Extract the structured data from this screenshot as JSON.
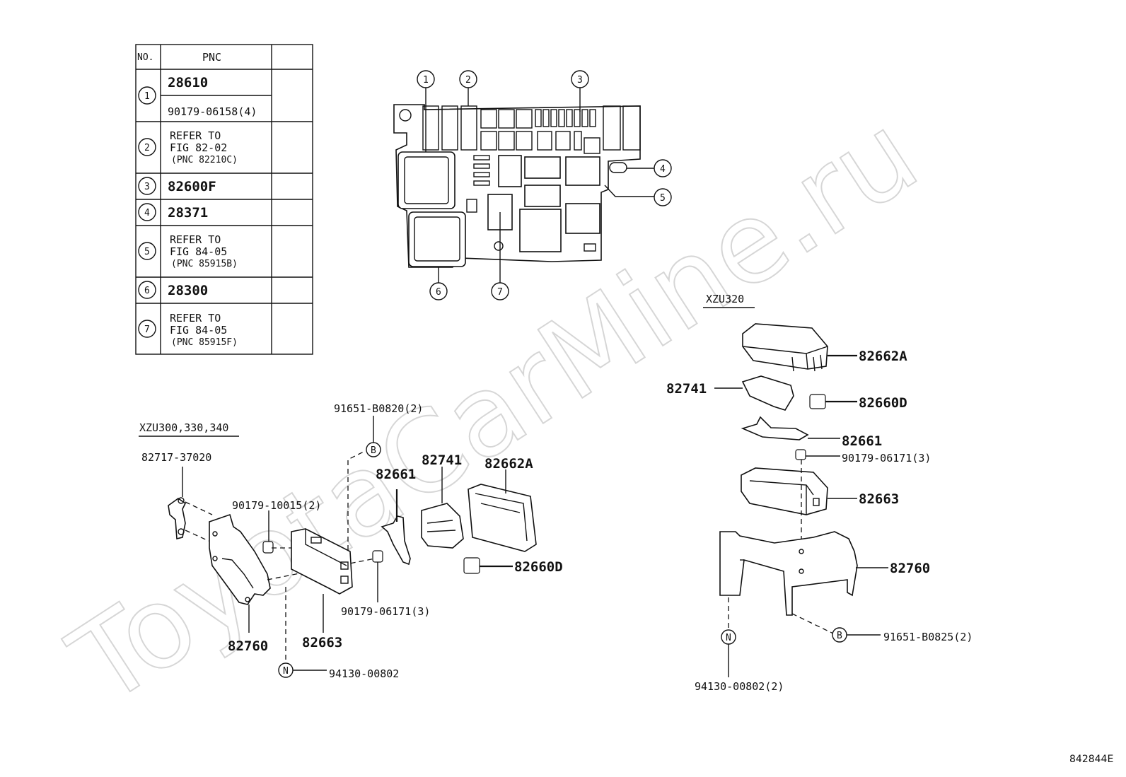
{
  "watermark": "ToyotaCarMine.ru",
  "figure_code": "842844E",
  "parts_table": {
    "headers": [
      "NO.",
      "PNC"
    ],
    "rows": [
      {
        "no": "1",
        "lines": [
          "28610",
          "90179-06158(4)"
        ]
      },
      {
        "no": "2",
        "lines": [
          "REFER TO",
          "FIG 82-02",
          "(PNC 82210C)"
        ]
      },
      {
        "no": "3",
        "lines": [
          "82600F"
        ]
      },
      {
        "no": "4",
        "lines": [
          "28371"
        ]
      },
      {
        "no": "5",
        "lines": [
          "REFER TO",
          "FIG 84-05",
          "(PNC 85915B)"
        ]
      },
      {
        "no": "6",
        "lines": [
          "28300"
        ]
      },
      {
        "no": "7",
        "lines": [
          "REFER TO",
          "FIG 84-05",
          "(PNC 85915F)"
        ]
      }
    ]
  },
  "junction_block": {
    "callouts": [
      "1",
      "2",
      "3",
      "4",
      "5",
      "6",
      "7"
    ]
  },
  "left_assembly": {
    "model": "XZU300,330,340",
    "labels": {
      "p82717": "82717-37020",
      "p90179_10015": "90179-10015(2)",
      "p91651_b0820": "91651-B0820(2)",
      "p82661": "82661",
      "p82741": "82741",
      "p82662a": "82662A",
      "p82660d": "82660D",
      "p90179_06171": "90179-06171(3)",
      "p82760": "82760",
      "p82663": "82663",
      "p94130": "94130-00802"
    },
    "markers": {
      "b": "B",
      "n": "N"
    }
  },
  "right_assembly": {
    "model": "XZU320",
    "labels": {
      "p82662a": "82662A",
      "p82741": "82741",
      "p82660d": "82660D",
      "p82661": "82661",
      "p90179_06171": "90179-06171(3)",
      "p82663": "82663",
      "p82760": "82760",
      "p91651_b0825": "91651-B0825(2)",
      "p94130": "94130-00802(2)"
    },
    "markers": {
      "b": "B",
      "n": "N"
    }
  }
}
